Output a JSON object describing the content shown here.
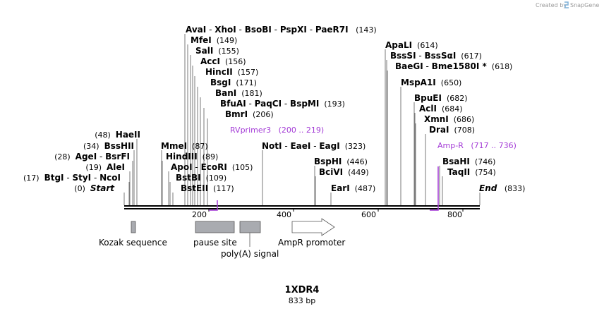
{
  "watermark": {
    "prefix": "Created by",
    "brand": "SnapGene"
  },
  "title": "1XDR4",
  "length_label": "833 bp",
  "ruler_ticks": [
    "200",
    "400",
    "600",
    "800"
  ],
  "colors": {
    "primer": "#a33ad6",
    "feature_box": "#a9abb0",
    "leader": "#7a7a7a"
  },
  "labels": [
    {
      "segments": [
        {
          "t": "AvaI",
          "style": "name"
        },
        {
          "t": " - ",
          "style": "sep"
        },
        {
          "t": "XhoI",
          "style": "name"
        },
        {
          "t": " - ",
          "style": "sep"
        },
        {
          "t": "BsoBI",
          "style": "name"
        },
        {
          "t": " - ",
          "style": "sep"
        },
        {
          "t": "PspXI",
          "style": "name"
        },
        {
          "t": " - ",
          "style": "sep"
        },
        {
          "t": "PaeR7I",
          "style": "name"
        },
        {
          "t": "   (143)",
          "style": "pos"
        }
      ]
    },
    {
      "segments": [
        {
          "t": "MfeI",
          "style": "name"
        },
        {
          "t": "  (149)",
          "style": "pos"
        }
      ]
    },
    {
      "segments": [
        {
          "t": "SalI",
          "style": "name"
        },
        {
          "t": "  (155)",
          "style": "pos"
        }
      ]
    },
    {
      "segments": [
        {
          "t": "AccI",
          "style": "name"
        },
        {
          "t": "  (156)",
          "style": "pos"
        }
      ]
    },
    {
      "segments": [
        {
          "t": "HincII",
          "style": "name"
        },
        {
          "t": "  (157)",
          "style": "pos"
        }
      ]
    },
    {
      "segments": [
        {
          "t": "BsgI",
          "style": "name"
        },
        {
          "t": "  (171)",
          "style": "pos"
        }
      ]
    },
    {
      "segments": [
        {
          "t": "BanI",
          "style": "name"
        },
        {
          "t": "  (181)",
          "style": "pos"
        }
      ]
    },
    {
      "segments": [
        {
          "t": "BfuAI",
          "style": "name"
        },
        {
          "t": " - ",
          "style": "sep"
        },
        {
          "t": "PaqCI",
          "style": "name"
        },
        {
          "t": " - ",
          "style": "sep"
        },
        {
          "t": "BspMI",
          "style": "name"
        },
        {
          "t": "  (193)",
          "style": "pos"
        }
      ]
    },
    {
      "segments": [
        {
          "t": "BmrI",
          "style": "name"
        },
        {
          "t": "  (206)",
          "style": "pos"
        }
      ]
    },
    {
      "segments": [
        {
          "t": "RVprimer3",
          "style": "purple"
        },
        {
          "t": "   (200 .. 219)",
          "style": "purple"
        }
      ]
    },
    {
      "segments": [
        {
          "t": "(48)  ",
          "style": "pos"
        },
        {
          "t": "HaeII",
          "style": "name"
        }
      ]
    },
    {
      "segments": [
        {
          "t": "(34)  ",
          "style": "pos"
        },
        {
          "t": "BssHII",
          "style": "name"
        }
      ]
    },
    {
      "segments": [
        {
          "t": "(28)  ",
          "style": "pos"
        },
        {
          "t": "AgeI",
          "style": "name"
        },
        {
          "t": " - ",
          "style": "sep"
        },
        {
          "t": "BsrFI",
          "style": "name"
        }
      ]
    },
    {
      "segments": [
        {
          "t": "(19)  ",
          "style": "pos"
        },
        {
          "t": "AleI",
          "style": "name"
        }
      ]
    },
    {
      "segments": [
        {
          "t": "(17)  ",
          "style": "pos"
        },
        {
          "t": "BtgI",
          "style": "name"
        },
        {
          "t": " - ",
          "style": "sep"
        },
        {
          "t": "StyI",
          "style": "name"
        },
        {
          "t": " - ",
          "style": "sep"
        },
        {
          "t": "NcoI",
          "style": "name"
        }
      ]
    },
    {
      "segments": [
        {
          "t": "(0)  ",
          "style": "pos"
        },
        {
          "t": "Start",
          "style": "name-italic"
        }
      ]
    },
    {
      "segments": [
        {
          "t": "MmeI",
          "style": "name"
        },
        {
          "t": "  (87)",
          "style": "pos"
        }
      ]
    },
    {
      "segments": [
        {
          "t": "HindIII",
          "style": "name"
        },
        {
          "t": "  (89)",
          "style": "pos"
        }
      ]
    },
    {
      "segments": [
        {
          "t": "ApoI",
          "style": "name"
        },
        {
          "t": " - ",
          "style": "sep"
        },
        {
          "t": "EcoRI",
          "style": "name"
        },
        {
          "t": "  (105)",
          "style": "pos"
        }
      ]
    },
    {
      "segments": [
        {
          "t": "BstBI",
          "style": "name"
        },
        {
          "t": "  (109)",
          "style": "pos"
        }
      ]
    },
    {
      "segments": [
        {
          "t": "BstEII",
          "style": "name"
        },
        {
          "t": "  (117)",
          "style": "pos"
        }
      ]
    },
    {
      "segments": [
        {
          "t": "NotI",
          "style": "name"
        },
        {
          "t": " - ",
          "style": "sep"
        },
        {
          "t": "EaeI",
          "style": "name"
        },
        {
          "t": " - ",
          "style": "sep"
        },
        {
          "t": "EagI",
          "style": "name"
        },
        {
          "t": "  (323)",
          "style": "pos"
        }
      ]
    },
    {
      "segments": [
        {
          "t": "BspHI",
          "style": "name"
        },
        {
          "t": "  (446)",
          "style": "pos"
        }
      ]
    },
    {
      "segments": [
        {
          "t": "BciVI",
          "style": "name"
        },
        {
          "t": "  (449)",
          "style": "pos"
        }
      ]
    },
    {
      "segments": [
        {
          "t": "EarI",
          "style": "name"
        },
        {
          "t": "  (487)",
          "style": "pos"
        }
      ]
    },
    {
      "segments": [
        {
          "t": "ApaLI",
          "style": "name"
        },
        {
          "t": "  (614)",
          "style": "pos"
        }
      ]
    },
    {
      "segments": [
        {
          "t": "BssSI",
          "style": "name"
        },
        {
          "t": " - ",
          "style": "sep"
        },
        {
          "t": "BssSαI",
          "style": "name"
        },
        {
          "t": "  (617)",
          "style": "pos"
        }
      ]
    },
    {
      "segments": [
        {
          "t": "BaeGI",
          "style": "name"
        },
        {
          "t": " - ",
          "style": "sep"
        },
        {
          "t": "Bme1580I *",
          "style": "name"
        },
        {
          "t": "  (618)",
          "style": "pos"
        }
      ]
    },
    {
      "segments": [
        {
          "t": "MspA1I",
          "style": "name"
        },
        {
          "t": "  (650)",
          "style": "pos"
        }
      ]
    },
    {
      "segments": [
        {
          "t": "BpuEI",
          "style": "name"
        },
        {
          "t": "  (682)",
          "style": "pos"
        }
      ]
    },
    {
      "segments": [
        {
          "t": "AclI",
          "style": "name"
        },
        {
          "t": "  (684)",
          "style": "pos"
        }
      ]
    },
    {
      "segments": [
        {
          "t": "XmnI",
          "style": "name"
        },
        {
          "t": "  (686)",
          "style": "pos"
        }
      ]
    },
    {
      "segments": [
        {
          "t": "DraI",
          "style": "name"
        },
        {
          "t": "  (708)",
          "style": "pos"
        }
      ]
    },
    {
      "segments": [
        {
          "t": "Amp-R",
          "style": "purple"
        },
        {
          "t": "   (717 .. 736)",
          "style": "purple"
        }
      ]
    },
    {
      "segments": [
        {
          "t": "BsaHI",
          "style": "name"
        },
        {
          "t": "  (746)",
          "style": "pos"
        }
      ]
    },
    {
      "segments": [
        {
          "t": "TaqII",
          "style": "name"
        },
        {
          "t": "  (754)",
          "style": "pos"
        }
      ]
    },
    {
      "segments": [
        {
          "t": "End",
          "style": "name-italic"
        },
        {
          "t": "   (833)",
          "style": "pos"
        }
      ]
    }
  ],
  "features": [
    {
      "label": "Kozak sequence"
    },
    {
      "label": "pause site"
    },
    {
      "label": "poly(A) signal"
    },
    {
      "label": "AmpR promoter"
    }
  ]
}
